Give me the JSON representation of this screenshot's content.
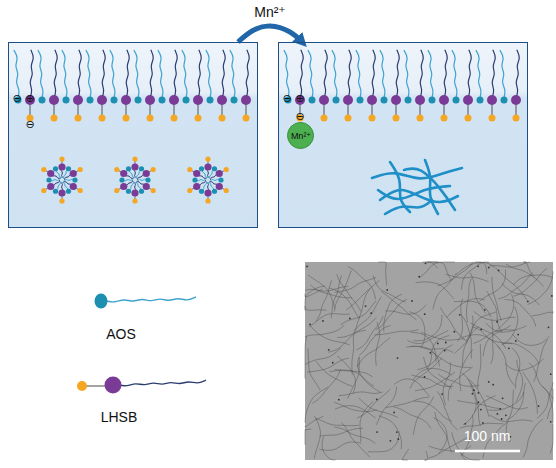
{
  "diagram": {
    "nodes": [
      {
        "text": [
          "⊖",
          "⊕",
          "⊖"
        ]
      },
      {
        "text": [
          "⊖",
          "⊕",
          "⊖"
        ]
      },
      {
        "text": [
          "Mn²⁺"
        ],
        "in": 1
      },
      {
        "text": [
          "100 nm"
        ]
      }
    ],
    "edges": [
      {
        "from": 0,
        "to": 1,
        "arrow": "to",
        "label": "Mn²⁺"
      }
    ],
    "legend": [
      {
        "text": "AOS"
      },
      {
        "text": "LHSB"
      }
    ]
  }
}
